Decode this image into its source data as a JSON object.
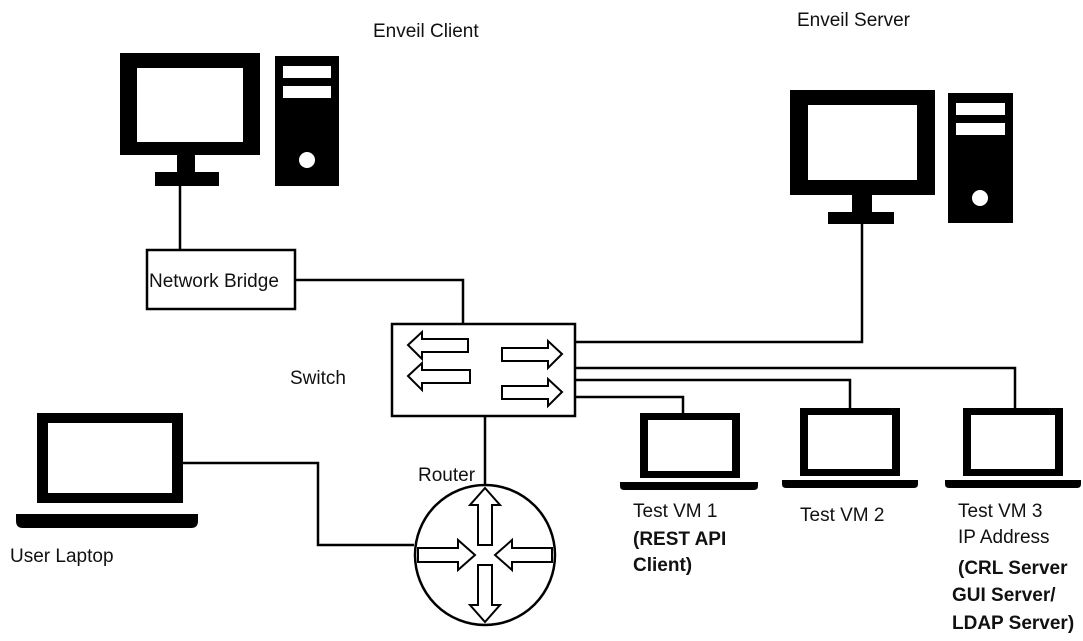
{
  "diagram": {
    "nodes": {
      "enveil_client": {
        "label": "Enveil Client"
      },
      "enveil_server": {
        "label": "Enveil Server"
      },
      "network_bridge": {
        "label": "Network Bridge"
      },
      "switch": {
        "label": "Switch"
      },
      "router": {
        "label": "Router"
      },
      "user_laptop": {
        "label": "User Laptop"
      },
      "test_vm_1": {
        "lines": [
          "Test VM 1",
          "(REST API",
          "Client)"
        ]
      },
      "test_vm_2": {
        "label": "Test VM 2"
      },
      "test_vm_3": {
        "lines": [
          "Test VM 3",
          "IP Address",
          "(CRL Server",
          "GUI Server/",
          "LDAP Server)"
        ]
      }
    },
    "edges": [
      {
        "from": "Enveil Client",
        "to": "Network Bridge"
      },
      {
        "from": "Network Bridge",
        "to": "Switch"
      },
      {
        "from": "Switch",
        "to": "Enveil Server"
      },
      {
        "from": "Switch",
        "to": "Test VM 1"
      },
      {
        "from": "Switch",
        "to": "Test VM 2"
      },
      {
        "from": "Switch",
        "to": "Test VM 3"
      },
      {
        "from": "Switch",
        "to": "Router"
      },
      {
        "from": "User Laptop",
        "to": "Router"
      }
    ]
  }
}
